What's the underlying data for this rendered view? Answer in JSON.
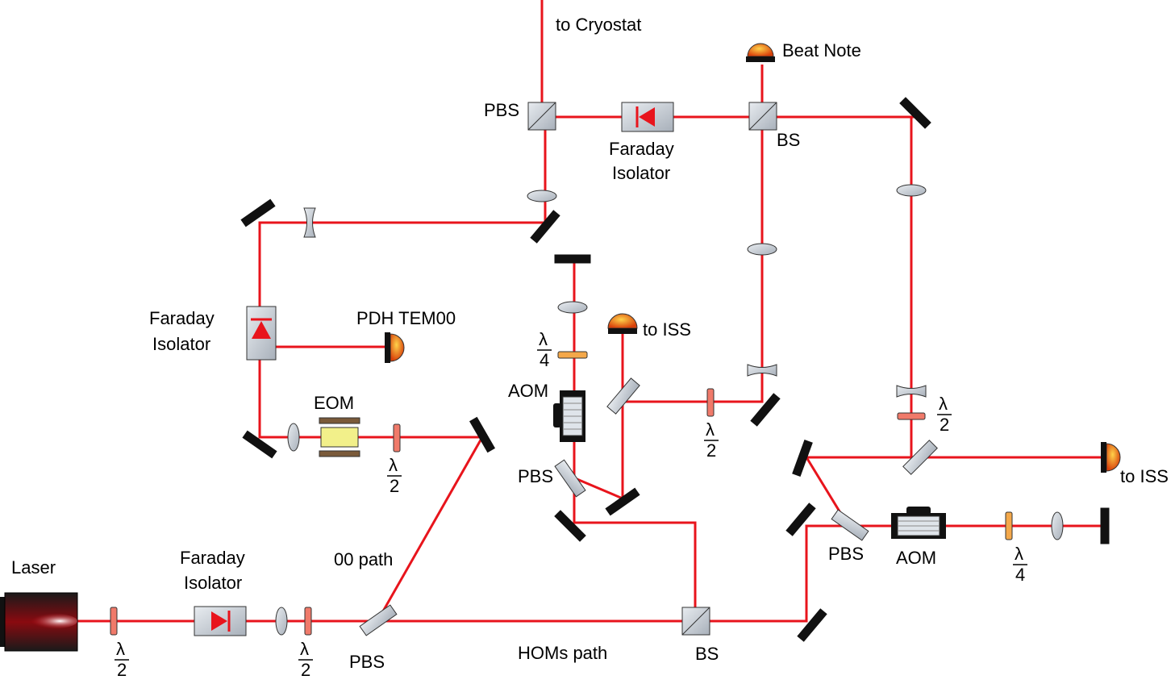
{
  "labels": {
    "to_cryostat": "to Cryostat",
    "beat_note": "Beat Note",
    "pbs_top": "PBS",
    "faraday_top_1": "Faraday",
    "faraday_top_2": "Isolator",
    "bs_top": "BS",
    "faraday_left_1": "Faraday",
    "faraday_left_2": "Isolator",
    "pdh": "PDH TEM00",
    "eom": "EOM",
    "aom_left": "AOM",
    "to_iss_mid": "to ISS",
    "pbs_mid": "PBS",
    "to_iss_right": "to ISS",
    "pbs_right": "PBS",
    "aom_right": "AOM",
    "laser": "Laser",
    "faraday_bottom_1": "Faraday",
    "faraday_bottom_2": "Isolator",
    "path_00": "00 path",
    "pbs_bottom": "PBS",
    "homs_path": "HOMs path",
    "bs_bottom": "BS",
    "lambda": "λ",
    "half": "2",
    "quarter": "4"
  },
  "colors": {
    "beam": "#e8141c",
    "optic_fill": "#c8ced6",
    "mirror": "#111111",
    "halfwave": "#f07a6a",
    "quarterwave": "#f4a84a",
    "detector": "#e25a10",
    "eom_crystal": "#f2f08a",
    "eom_plate": "#7a5a3a"
  },
  "icons": {
    "detector": "photodetector-icon",
    "mirror": "mirror-icon",
    "lens": "lens-icon",
    "waveplate": "waveplate-icon",
    "beamsplitter": "beamsplitter-cube-icon",
    "faraday": "faraday-isolator-icon",
    "aom": "aom-icon",
    "eom": "eom-icon",
    "laser": "laser-icon"
  }
}
